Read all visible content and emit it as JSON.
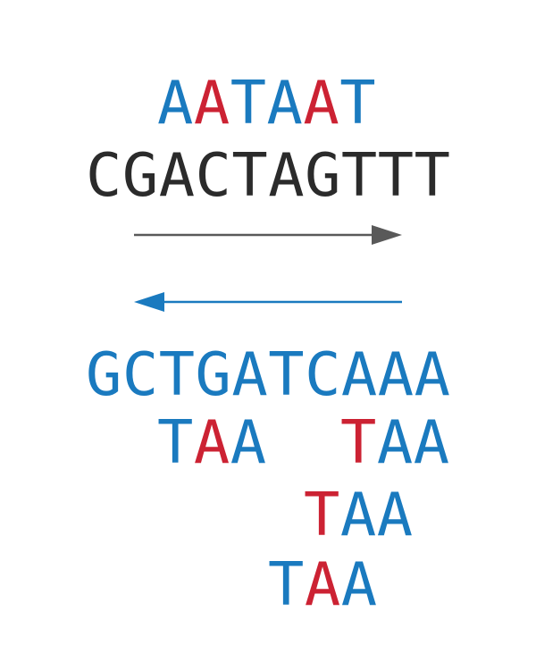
{
  "colors": {
    "blue": "#1a7abf",
    "red": "#cc2233",
    "dark": "#2b2b2b",
    "gray_arrow": "#595959"
  },
  "top_fragment": {
    "letters": [
      "A",
      "A",
      "T",
      "A",
      "A",
      "T"
    ],
    "colors": [
      "blue",
      "red",
      "blue",
      "blue",
      "red",
      "blue"
    ]
  },
  "forward_strand": {
    "letters": [
      "C",
      "G",
      "A",
      "C",
      "T",
      "A",
      "G",
      "T",
      "T",
      "T"
    ],
    "colors": [
      "dark",
      "dark",
      "dark",
      "dark",
      "dark",
      "dark",
      "dark",
      "dark",
      "dark",
      "dark"
    ]
  },
  "arrows": {
    "forward": {
      "direction": "right",
      "color": "gray_arrow"
    },
    "reverse": {
      "direction": "left",
      "color": "blue"
    }
  },
  "complement_strand": {
    "letters": [
      "G",
      "C",
      "T",
      "G",
      "A",
      "T",
      "C",
      "A",
      "A",
      "A"
    ],
    "colors": [
      "blue",
      "blue",
      "blue",
      "blue",
      "blue",
      "blue",
      "blue",
      "blue",
      "blue",
      "blue"
    ]
  },
  "codons": [
    {
      "letters": [
        "T",
        "A",
        "A"
      ],
      "colors": [
        "blue",
        "red",
        "blue"
      ]
    },
    {
      "letters": [
        "T",
        "A",
        "A"
      ],
      "colors": [
        "red",
        "blue",
        "blue"
      ]
    },
    {
      "letters": [
        "T",
        "A",
        "A"
      ],
      "colors": [
        "red",
        "blue",
        "blue"
      ]
    },
    {
      "letters": [
        "T",
        "A",
        "A"
      ],
      "colors": [
        "blue",
        "red",
        "blue"
      ]
    }
  ]
}
